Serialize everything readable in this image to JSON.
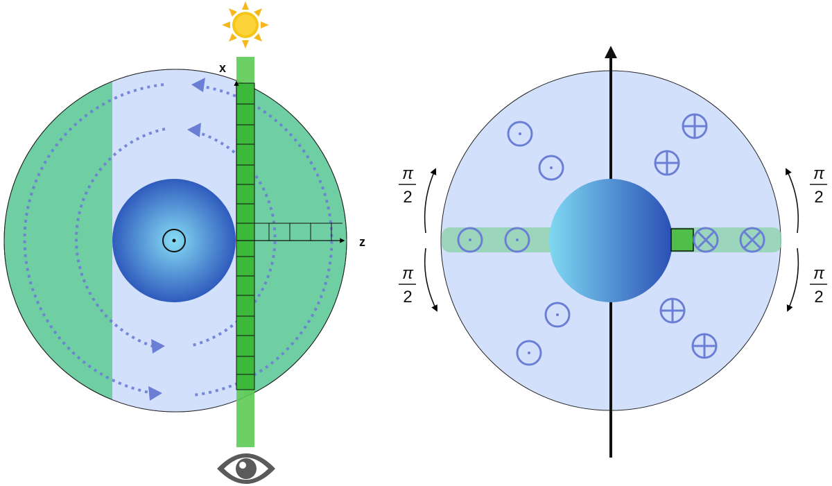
{
  "left_panel": {
    "axis_x_label": "x",
    "axis_z_label": "z"
  },
  "right_panel": {
    "angle_top_left": {
      "numerator": "π",
      "denominator": "2"
    },
    "angle_bottom_left": {
      "numerator": "π",
      "denominator": "2"
    },
    "angle_top_right": {
      "numerator": "π",
      "denominator": "2"
    },
    "angle_bottom_right": {
      "numerator": "π",
      "denominator": "2"
    }
  },
  "icons": {
    "sun": "sun-icon",
    "eye": "eye-icon",
    "out_of_page": "dot-in-circle-icon",
    "into_page": "cross-in-circle-icon",
    "plus_in_circle": "plus-in-circle-icon"
  },
  "colors": {
    "sky": "#d3e0fb",
    "disk_green": "#6fcfa2",
    "beam_green": "#5dcb55",
    "column_green": "#3cb83a",
    "arrow_blue": "#6b7ed6",
    "planet_center": "#7fd8f2",
    "planet_edge": "#2c55b8",
    "sun": "#f5c518",
    "eye": "#555555"
  }
}
